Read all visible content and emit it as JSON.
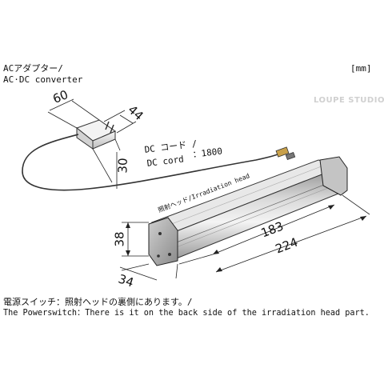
{
  "labels": {
    "adapter_ja": "ACアダプター/",
    "adapter_en": "AC·DC converter",
    "unit": "[mm]",
    "brand": "LOUPE STUDIO",
    "cord_ja": "DC コード /",
    "cord_en": "DC cord",
    "cord_len": "：1800",
    "head": "照射ヘッド/Irradiation head",
    "note_ja": "電源スイッチ：照射ヘッドの裏側にあります。/",
    "note_en": "The Powerswitch：There is it on the back side of the irradiation head part."
  },
  "dims": {
    "adapter_w": "60",
    "adapter_d": "44",
    "adapter_h": "30",
    "head_h": "38",
    "head_d": "34",
    "inner_len": "183",
    "total_len": "224"
  }
}
